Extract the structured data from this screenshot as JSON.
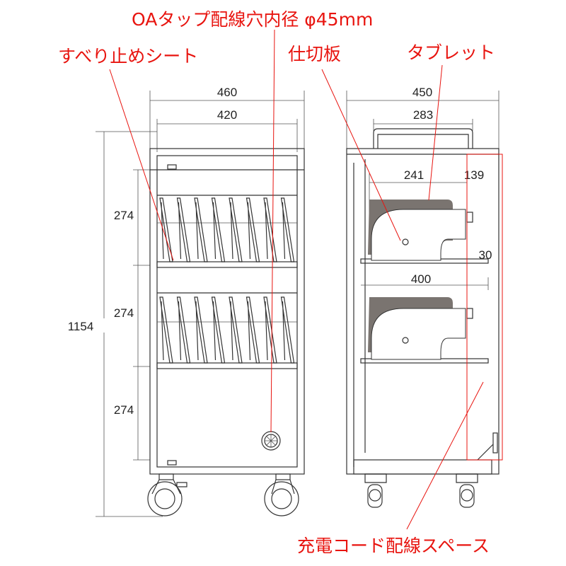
{
  "labels": {
    "oa_tap": "OAタップ配線穴内径 φ45mm",
    "non_slip": "すべり止めシート",
    "divider": "仕切板",
    "tablet": "タブレット",
    "cord_space": "充電コード配線スペース"
  },
  "dimensions": {
    "front_outer_width": "460",
    "front_inner_width": "420",
    "total_height": "1154",
    "shelf_heights": [
      "274",
      "274",
      "274"
    ],
    "side_outer_width": "450",
    "handle_width": "283",
    "tablet_depth": "241",
    "cord_space_depth": "139",
    "gap": "30",
    "shelf_depth": "400"
  },
  "colors": {
    "accent": "#e8140f",
    "line": "#333333",
    "tablet": "#7a7470"
  }
}
